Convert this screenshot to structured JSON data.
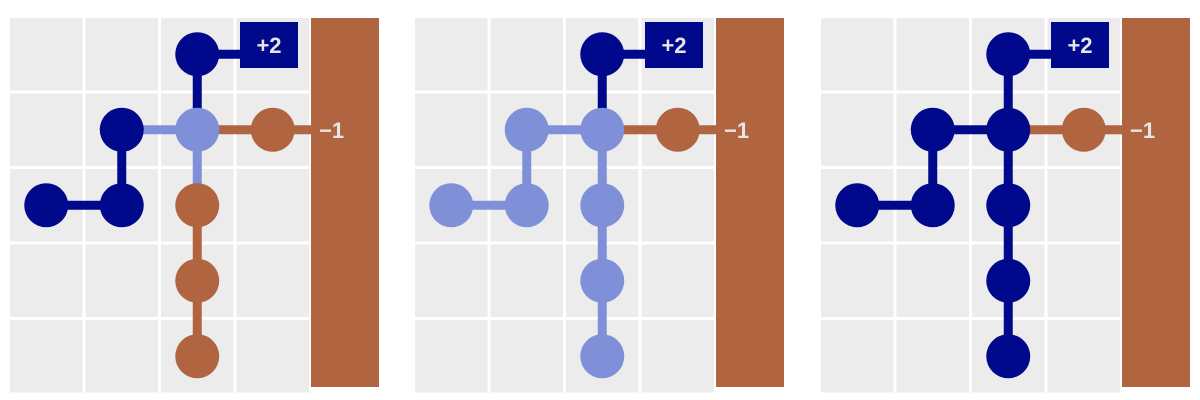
{
  "colors": {
    "background": "#ffffff",
    "grid_cell": "#ececec",
    "dark_node": "#00088b",
    "light_node": "#8090d8",
    "brown_node": "#b06540",
    "wall": "#b06540",
    "reward_text": "#e6e6e6",
    "penalty_text": "#e6e6e6"
  },
  "reward_label": "+2",
  "penalty_label": "−1",
  "panels": [
    {
      "name": "panel-1",
      "nodes": [
        {
          "col": 2,
          "row": 0,
          "color": "dark"
        },
        {
          "col": 1,
          "row": 1,
          "color": "dark"
        },
        {
          "col": 2,
          "row": 1,
          "color": "light"
        },
        {
          "col": 3,
          "row": 1,
          "color": "brown"
        },
        {
          "col": 0,
          "row": 2,
          "color": "dark"
        },
        {
          "col": 1,
          "row": 2,
          "color": "dark"
        },
        {
          "col": 2,
          "row": 2,
          "color": "brown"
        },
        {
          "col": 2,
          "row": 3,
          "color": "brown"
        },
        {
          "col": 2,
          "row": 4,
          "color": "brown"
        }
      ],
      "edges": [
        {
          "from": [
            2,
            0
          ],
          "to": [
            2,
            1
          ],
          "color": "dark"
        },
        {
          "from": [
            1,
            1
          ],
          "to": [
            2,
            1
          ],
          "color": "light"
        },
        {
          "from": [
            2,
            1
          ],
          "to": [
            3,
            1
          ],
          "color": "brown"
        },
        {
          "from": [
            1,
            1
          ],
          "to": [
            1,
            2
          ],
          "color": "dark"
        },
        {
          "from": [
            0,
            2
          ],
          "to": [
            1,
            2
          ],
          "color": "dark"
        },
        {
          "from": [
            2,
            1
          ],
          "to": [
            2,
            2
          ],
          "color": "light"
        },
        {
          "from": [
            2,
            2
          ],
          "to": [
            2,
            3
          ],
          "color": "brown"
        },
        {
          "from": [
            2,
            3
          ],
          "to": [
            2,
            4
          ],
          "color": "brown"
        }
      ]
    },
    {
      "name": "panel-2",
      "nodes": [
        {
          "col": 2,
          "row": 0,
          "color": "dark"
        },
        {
          "col": 1,
          "row": 1,
          "color": "light"
        },
        {
          "col": 2,
          "row": 1,
          "color": "light"
        },
        {
          "col": 3,
          "row": 1,
          "color": "brown"
        },
        {
          "col": 0,
          "row": 2,
          "color": "light"
        },
        {
          "col": 1,
          "row": 2,
          "color": "light"
        },
        {
          "col": 2,
          "row": 2,
          "color": "light"
        },
        {
          "col": 2,
          "row": 3,
          "color": "light"
        },
        {
          "col": 2,
          "row": 4,
          "color": "light"
        }
      ],
      "edges": [
        {
          "from": [
            2,
            0
          ],
          "to": [
            2,
            1
          ],
          "color": "dark"
        },
        {
          "from": [
            1,
            1
          ],
          "to": [
            2,
            1
          ],
          "color": "light"
        },
        {
          "from": [
            2,
            1
          ],
          "to": [
            3,
            1
          ],
          "color": "brown"
        },
        {
          "from": [
            1,
            1
          ],
          "to": [
            1,
            2
          ],
          "color": "light"
        },
        {
          "from": [
            0,
            2
          ],
          "to": [
            1,
            2
          ],
          "color": "light"
        },
        {
          "from": [
            2,
            1
          ],
          "to": [
            2,
            2
          ],
          "color": "light"
        },
        {
          "from": [
            2,
            2
          ],
          "to": [
            2,
            3
          ],
          "color": "light"
        },
        {
          "from": [
            2,
            3
          ],
          "to": [
            2,
            4
          ],
          "color": "light"
        }
      ]
    },
    {
      "name": "panel-3",
      "nodes": [
        {
          "col": 2,
          "row": 0,
          "color": "dark"
        },
        {
          "col": 1,
          "row": 1,
          "color": "dark"
        },
        {
          "col": 2,
          "row": 1,
          "color": "dark"
        },
        {
          "col": 3,
          "row": 1,
          "color": "brown"
        },
        {
          "col": 0,
          "row": 2,
          "color": "dark"
        },
        {
          "col": 1,
          "row": 2,
          "color": "dark"
        },
        {
          "col": 2,
          "row": 2,
          "color": "dark"
        },
        {
          "col": 2,
          "row": 3,
          "color": "dark"
        },
        {
          "col": 2,
          "row": 4,
          "color": "dark"
        }
      ],
      "edges": [
        {
          "from": [
            2,
            0
          ],
          "to": [
            2,
            1
          ],
          "color": "dark"
        },
        {
          "from": [
            1,
            1
          ],
          "to": [
            2,
            1
          ],
          "color": "dark"
        },
        {
          "from": [
            2,
            1
          ],
          "to": [
            3,
            1
          ],
          "color": "brown"
        },
        {
          "from": [
            1,
            1
          ],
          "to": [
            1,
            2
          ],
          "color": "dark"
        },
        {
          "from": [
            0,
            2
          ],
          "to": [
            1,
            2
          ],
          "color": "dark"
        },
        {
          "from": [
            2,
            1
          ],
          "to": [
            2,
            2
          ],
          "color": "dark"
        },
        {
          "from": [
            2,
            2
          ],
          "to": [
            2,
            3
          ],
          "color": "dark"
        },
        {
          "from": [
            2,
            3
          ],
          "to": [
            2,
            4
          ],
          "color": "dark"
        }
      ]
    }
  ]
}
